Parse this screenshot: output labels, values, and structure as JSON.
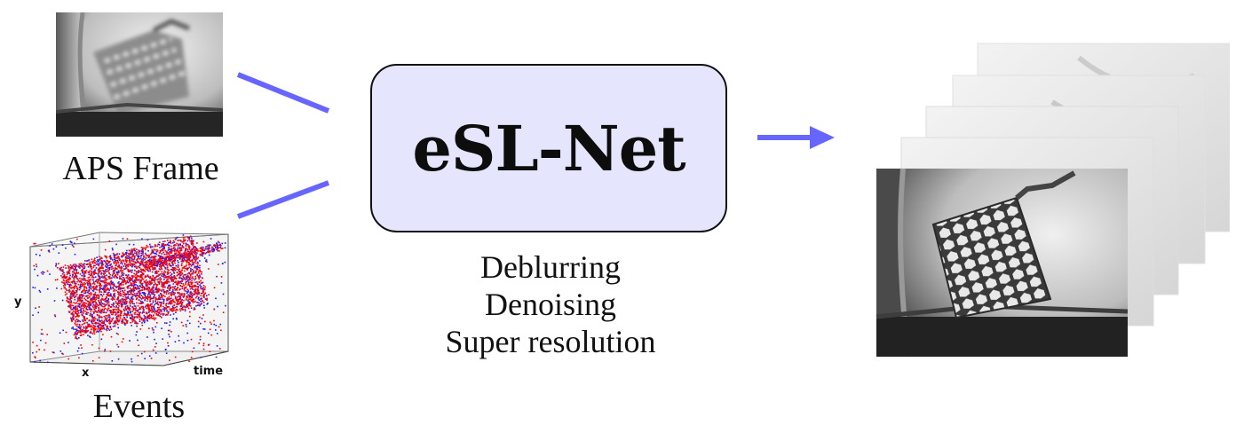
{
  "aps_frame": {
    "label": "APS Frame"
  },
  "events": {
    "label": "Events",
    "axes": {
      "x": "x",
      "y": "y",
      "time": "time"
    }
  },
  "network": {
    "title": "eSL-Net",
    "tasks": [
      "Deblurring",
      "Denoising",
      "Super resolution"
    ]
  },
  "output": {
    "frame_count": 5
  },
  "colors": {
    "connector": "#6666ff",
    "box_fill": "#e5e6fd",
    "event_pos": "#ff0000",
    "event_neg": "#1a1aff"
  },
  "icons": [
    "blurred-aps-frame-image",
    "event-cloud-3d-plot",
    "output-frame-stack"
  ]
}
